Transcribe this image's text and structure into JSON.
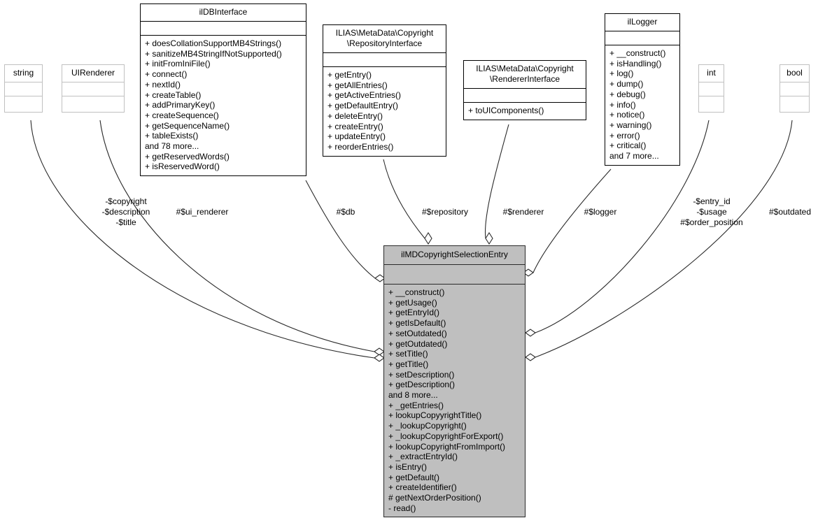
{
  "diagram": {
    "title": "ilMDCopyrightSelectionEntry collaboration diagram",
    "type": "uml-class-diagram",
    "background": "#ffffff",
    "focus_fill": "#bfbfbf",
    "line_color": "#2a2a2a",
    "plain_border": "#c0c0c0"
  },
  "classes": {
    "string": {
      "name": "string",
      "attributes": "",
      "operations": []
    },
    "uirenderer": {
      "name": "UIRenderer",
      "attributes": "",
      "operations": []
    },
    "ildbinterface": {
      "name": "ilDBInterface",
      "attributes": "",
      "operations": [
        "+ doesCollationSupportMB4Strings()",
        "+ sanitizeMB4StringIfNotSupported()",
        "+ initFromIniFile()",
        "+ connect()",
        "+ nextId()",
        "+ createTable()",
        "+ addPrimaryKey()",
        "+ createSequence()",
        "+ getSequenceName()",
        "+ tableExists()",
        "and 78 more...",
        "+ getReservedWords()",
        "+ isReservedWord()"
      ]
    },
    "repositoryinterface": {
      "name": "ILIAS\\MetaData\\Copyright\n\\RepositoryInterface",
      "attributes": "",
      "operations": [
        "+ getEntry()",
        "+ getAllEntries()",
        "+ getActiveEntries()",
        "+ getDefaultEntry()",
        "+ deleteEntry()",
        "+ createEntry()",
        "+ updateEntry()",
        "+ reorderEntries()"
      ]
    },
    "rendererinterface": {
      "name": "ILIAS\\MetaData\\Copyright\n\\RendererInterface",
      "attributes": "",
      "operations": [
        "+ toUIComponents()"
      ]
    },
    "illogger": {
      "name": "ilLogger",
      "attributes": "",
      "operations": [
        "+ __construct()",
        "+ isHandling()",
        "+ log()",
        "+ dump()",
        "+ debug()",
        "+ info()",
        "+ notice()",
        "+ warning()",
        "+ error()",
        "+ critical()",
        "and 7 more..."
      ]
    },
    "int": {
      "name": "int",
      "attributes": "",
      "operations": []
    },
    "bool": {
      "name": "bool",
      "attributes": "",
      "operations": []
    },
    "focus": {
      "name": "ilMDCopyrightSelectionEntry",
      "attributes": "",
      "operations": [
        "+ __construct()",
        "+ getUsage()",
        "+ getEntryId()",
        "+ getIsDefault()",
        "+ setOutdated()",
        "+ getOutdated()",
        "+ setTitle()",
        "+ getTitle()",
        "+ setDescription()",
        "+ getDescription()",
        "and 8 more...",
        "+ _getEntries()",
        "+ lookupCopyyrightTitle()",
        "+ _lookupCopyright()",
        "+ _lookupCopyrightForExport()",
        "+ lookupCopyrightFromImport()",
        "+ _extractEntryId()",
        "+ isEntry()",
        "+ getDefault()",
        "+ createIdentifier()",
        "# getNextOrderPosition()",
        "- read()"
      ]
    }
  },
  "edge_labels": {
    "string_fields": "-$copyright\n-$description\n-$title",
    "ui_renderer": "#$ui_renderer",
    "db": "#$db",
    "repository": "#$repository",
    "renderer": "#$renderer",
    "logger": "#$logger",
    "int_fields": "-$entry_id\n-$usage\n#$order_position",
    "outdated": "#$outdated"
  }
}
